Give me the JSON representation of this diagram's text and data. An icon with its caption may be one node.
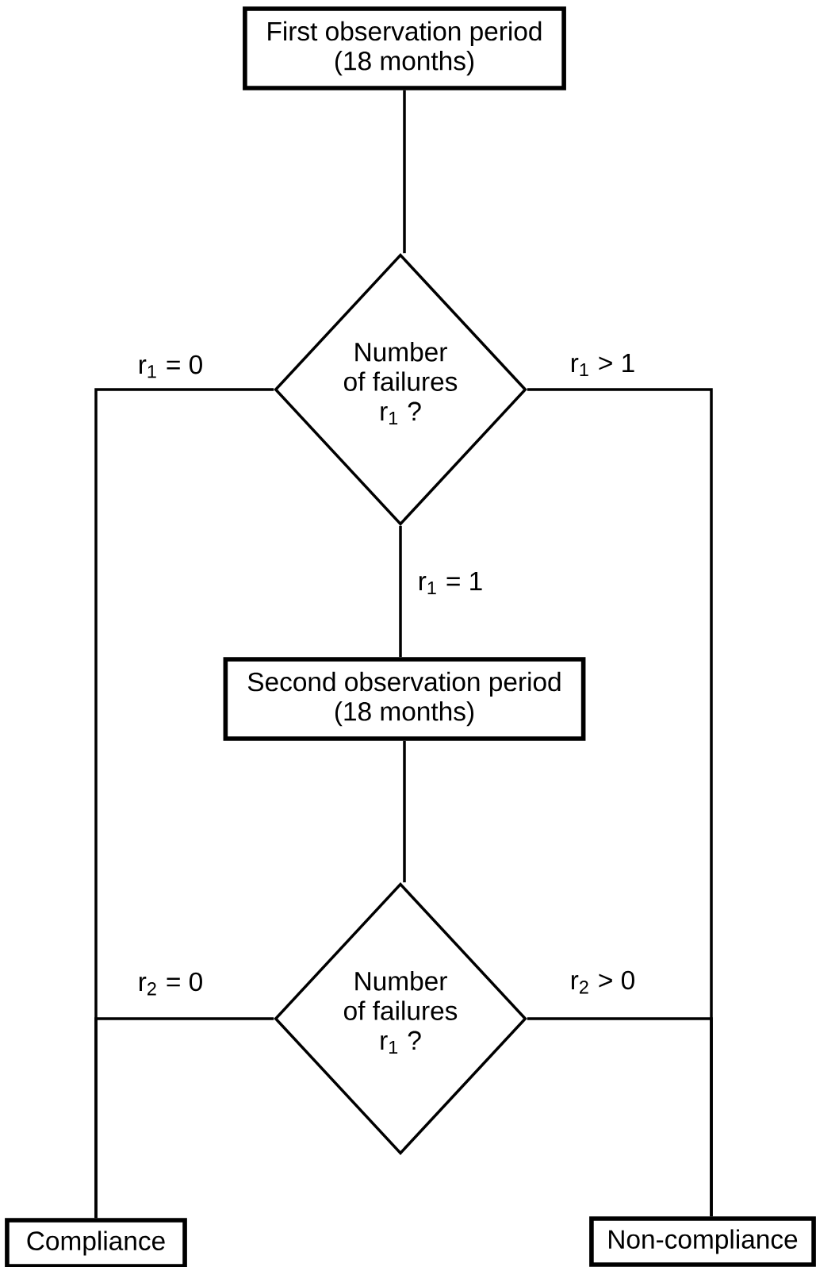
{
  "diagram": {
    "nodes": [
      {
        "text": [
          "First observation period (18 months)"
        ]
      },
      {
        "text": [
          "Number of failures r$_{1}$ ?"
        ]
      },
      {
        "text": [
          "Second observation period (18 months)"
        ]
      },
      {
        "text": [
          "Number of failures r$_{1}$ ?"
        ]
      },
      {
        "text": [
          "Compliance"
        ]
      },
      {
        "text": [
          "Non-compliance"
        ]
      }
    ],
    "edges": [
      {
        "from": 0,
        "to": 1,
        "arrow": "none"
      },
      {
        "from": 1,
        "to": 4,
        "arrow": "none",
        "label": "r$_{1}$ = 0"
      },
      {
        "from": 1,
        "to": 5,
        "arrow": "none",
        "label": "r$_{1}$ > 1"
      },
      {
        "from": 1,
        "to": 2,
        "arrow": "none",
        "label": "r$_{1}$ = 1"
      },
      {
        "from": 2,
        "to": 3,
        "arrow": "none"
      },
      {
        "from": 3,
        "to": 4,
        "arrow": "none",
        "label": "r$_{2}$ = 0"
      },
      {
        "from": 3,
        "to": 5,
        "arrow": "none",
        "label": "r$_{2}$ > 0"
      }
    ]
  }
}
